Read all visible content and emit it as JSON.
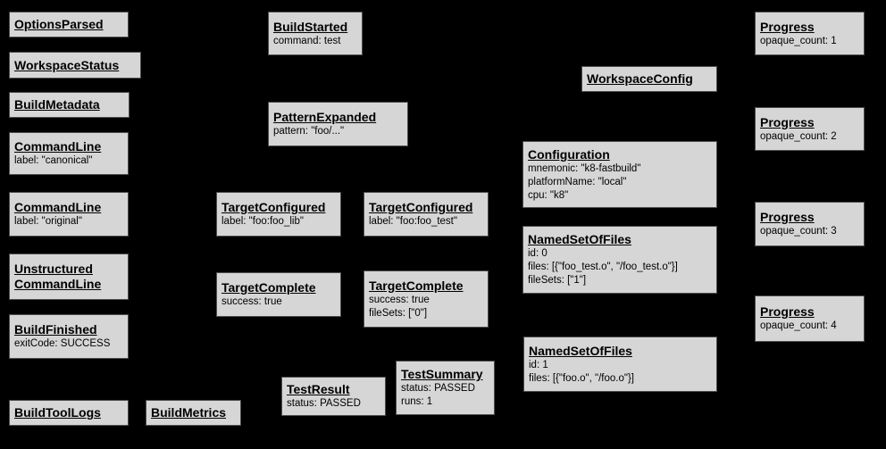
{
  "colors": {
    "background": "#000000",
    "node_fill": "#d6d6d6",
    "node_border": "#4d4d4d",
    "text": "#000000"
  },
  "nodes": {
    "options_parsed": {
      "title": "OptionsParsed"
    },
    "workspace_status": {
      "title": "WorkspaceStatus"
    },
    "build_metadata": {
      "title": "BuildMetadata"
    },
    "command_line_canonical": {
      "title": "CommandLine",
      "lines": [
        "label: \"canonical\""
      ]
    },
    "command_line_original": {
      "title": "CommandLine",
      "lines": [
        "label: \"original\""
      ]
    },
    "unstructured_command_line": {
      "title_lines": [
        "Unstructured",
        "CommandLine"
      ]
    },
    "build_finished": {
      "title": "BuildFinished",
      "lines": [
        "exitCode: SUCCESS"
      ]
    },
    "build_tool_logs": {
      "title": "BuildToolLogs"
    },
    "build_metrics": {
      "title": "BuildMetrics"
    },
    "build_started": {
      "title": "BuildStarted",
      "lines": [
        "command: test"
      ]
    },
    "pattern_expanded": {
      "title": "PatternExpanded",
      "lines": [
        "pattern: \"foo/...\""
      ]
    },
    "target_configured_lib": {
      "title": "TargetConfigured",
      "lines": [
        "label: \"foo:foo_lib\""
      ]
    },
    "target_configured_test": {
      "title": "TargetConfigured",
      "lines": [
        "label: \"foo:foo_test\""
      ]
    },
    "target_complete_lib": {
      "title": "TargetComplete",
      "lines": [
        "success: true"
      ]
    },
    "target_complete_test": {
      "title": "TargetComplete",
      "lines": [
        "success: true",
        "fileSets: [\"0\"]"
      ]
    },
    "test_result": {
      "title": "TestResult",
      "lines": [
        "status: PASSED"
      ]
    },
    "test_summary": {
      "title": "TestSummary",
      "lines": [
        "status: PASSED",
        "runs: 1"
      ]
    },
    "workspace_config": {
      "title": "WorkspaceConfig"
    },
    "configuration": {
      "title": "Configuration",
      "lines": [
        "mnemonic: \"k8-fastbuild\"",
        "platformName: \"local\"",
        "cpu: \"k8\""
      ]
    },
    "named_set_of_files_0": {
      "title": "NamedSetOfFiles",
      "lines": [
        "id: 0",
        "files: [{\"foo_test.o\", \"/foo_test.o\"}]",
        "fileSets: [\"1\"]"
      ]
    },
    "named_set_of_files_1": {
      "title": "NamedSetOfFiles",
      "lines": [
        "id: 1",
        "files: [{\"foo.o\", \"/foo.o\"}]"
      ]
    },
    "progress_1": {
      "title": "Progress",
      "lines": [
        "opaque_count: 1"
      ]
    },
    "progress_2": {
      "title": "Progress",
      "lines": [
        "opaque_count: 2"
      ]
    },
    "progress_3": {
      "title": "Progress",
      "lines": [
        "opaque_count: 3"
      ]
    },
    "progress_4": {
      "title": "Progress",
      "lines": [
        "opaque_count: 4"
      ]
    }
  }
}
